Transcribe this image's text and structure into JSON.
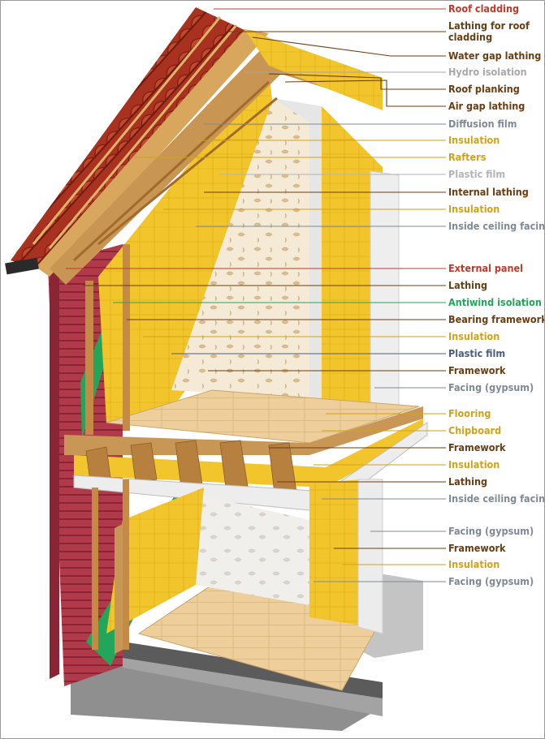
{
  "labels": [
    {
      "id": "roof-cladding",
      "text": "Roof cladding",
      "color": "#c0392b"
    },
    {
      "id": "lathing-roof-cladding",
      "text": "Lathing for roof cladding",
      "color": "#6b3d12"
    },
    {
      "id": "water-gap-lathing",
      "text": "Water gap lathing",
      "color": "#6b3d12"
    },
    {
      "id": "hydro-isolation",
      "text": "Hydro isolation",
      "color": "#a8a8a8"
    },
    {
      "id": "roof-planking",
      "text": "Roof planking",
      "color": "#6b3d12"
    },
    {
      "id": "air-gap-lathing",
      "text": "Air gap lathing",
      "color": "#6b3d12"
    },
    {
      "id": "diffusion-film",
      "text": "Diffusion film",
      "color": "#7f8a94"
    },
    {
      "id": "insulation-1",
      "text": "Insulation",
      "color": "#d2a21a"
    },
    {
      "id": "rafters",
      "text": "Rafters",
      "color": "#d2a21a"
    },
    {
      "id": "plastic-film-1",
      "text": "Plastic film",
      "color": "#b4b4b4"
    },
    {
      "id": "internal-lathing",
      "text": "Internal lathing",
      "color": "#6b3d12"
    },
    {
      "id": "insulation-2",
      "text": "Insulation",
      "color": "#d2a21a"
    },
    {
      "id": "inside-ceiling-facing-1",
      "text": "Inside ceiling facing",
      "color": "#7f8a94"
    },
    {
      "id": "external-panel",
      "text": "External panel",
      "color": "#c0392b"
    },
    {
      "id": "lathing-1",
      "text": "Lathing",
      "color": "#6b3d12"
    },
    {
      "id": "antiwind-isolation",
      "text": "Antiwind isolation",
      "color": "#23a65a"
    },
    {
      "id": "bearing-framework",
      "text": "Bearing framework",
      "color": "#6b3d12"
    },
    {
      "id": "insulation-3",
      "text": "Insulation",
      "color": "#d2a21a"
    },
    {
      "id": "plastic-film-2",
      "text": "Plastic film",
      "color": "#4a5e80"
    },
    {
      "id": "framework-1",
      "text": "Framework",
      "color": "#6b3d12"
    },
    {
      "id": "facing-gypsum-1",
      "text": "Facing (gypsum)",
      "color": "#7f8a94"
    },
    {
      "id": "flooring",
      "text": "Flooring",
      "color": "#d2a21a"
    },
    {
      "id": "chipboard",
      "text": "Chipboard",
      "color": "#d2a21a"
    },
    {
      "id": "framework-2",
      "text": "Framework",
      "color": "#6b3d12"
    },
    {
      "id": "insulation-4",
      "text": "Insulation",
      "color": "#d2a21a"
    },
    {
      "id": "lathing-2",
      "text": "Lathing",
      "color": "#6b3d12"
    },
    {
      "id": "inside-ceiling-facing-2",
      "text": "Inside ceiling facing",
      "color": "#7f8a94"
    },
    {
      "id": "facing-gypsum-2",
      "text": "Facing (gypsum)",
      "color": "#7f8a94"
    },
    {
      "id": "framework-3",
      "text": "Framework",
      "color": "#6b3d12"
    },
    {
      "id": "insulation-5",
      "text": "Insulation",
      "color": "#d2a21a"
    },
    {
      "id": "facing-gypsum-3",
      "text": "Facing (gypsum)",
      "color": "#7f8a94"
    }
  ]
}
